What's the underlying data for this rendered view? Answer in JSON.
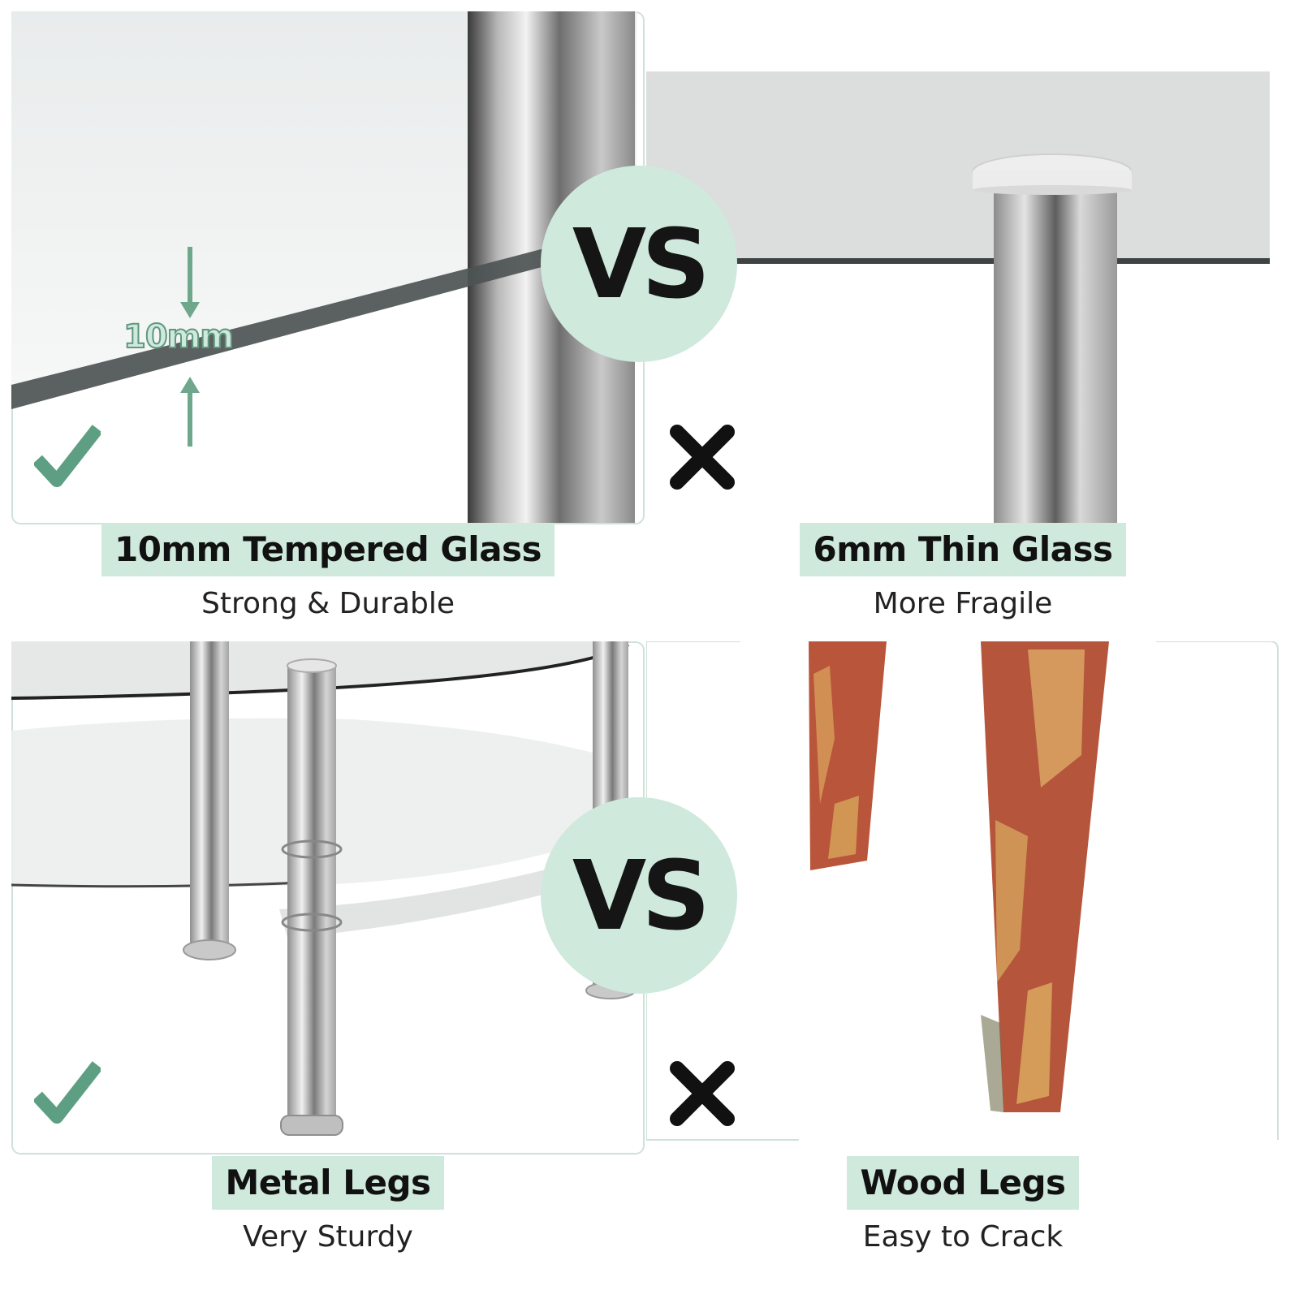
{
  "colors": {
    "accent": "#cfe9dd",
    "check": "#5e9f84",
    "cross": "#111111"
  },
  "vs_badges": [
    "VS",
    "VS"
  ],
  "comparisons": [
    {
      "good": {
        "title": "10mm Tempered Glass",
        "subtitle": "Strong & Durable",
        "callout": "10mm",
        "icon": "checkmark-icon"
      },
      "bad": {
        "title": "6mm Thin Glass",
        "subtitle": "More Fragile",
        "icon": "cross-icon"
      }
    },
    {
      "good": {
        "title": "Metal Legs",
        "subtitle": "Very Sturdy",
        "icon": "checkmark-icon"
      },
      "bad": {
        "title": "Wood Legs",
        "subtitle": "Easy to Crack",
        "icon": "cross-icon"
      }
    }
  ]
}
